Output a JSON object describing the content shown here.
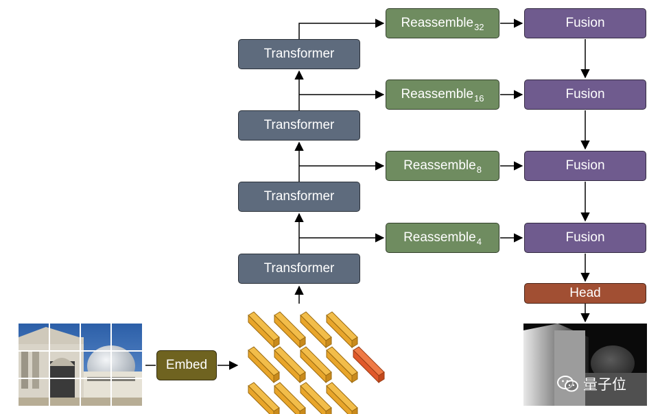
{
  "input_image": {
    "description_icon": "observatory-photo-grid"
  },
  "embed": {
    "label": "Embed"
  },
  "transformers": [
    {
      "label": "Transformer"
    },
    {
      "label": "Transformer"
    },
    {
      "label": "Transformer"
    },
    {
      "label": "Transformer"
    }
  ],
  "reassemble": [
    {
      "label": "Reassemble",
      "sub": "32"
    },
    {
      "label": "Reassemble",
      "sub": "16"
    },
    {
      "label": "Reassemble",
      "sub": "8"
    },
    {
      "label": "Reassemble",
      "sub": "4"
    }
  ],
  "fusion": [
    {
      "label": "Fusion"
    },
    {
      "label": "Fusion"
    },
    {
      "label": "Fusion"
    },
    {
      "label": "Fusion"
    }
  ],
  "head": {
    "label": "Head"
  },
  "watermark": {
    "icon": "wechat-icon",
    "text": "量子位"
  },
  "colors": {
    "transformer": "#5e6b7d",
    "reassemble": "#6f8c60",
    "fusion": "#6f5b8e",
    "head": "#a14f33",
    "embed": "#6f6320",
    "token": "#e8a52a",
    "token_special": "#e0582a"
  }
}
